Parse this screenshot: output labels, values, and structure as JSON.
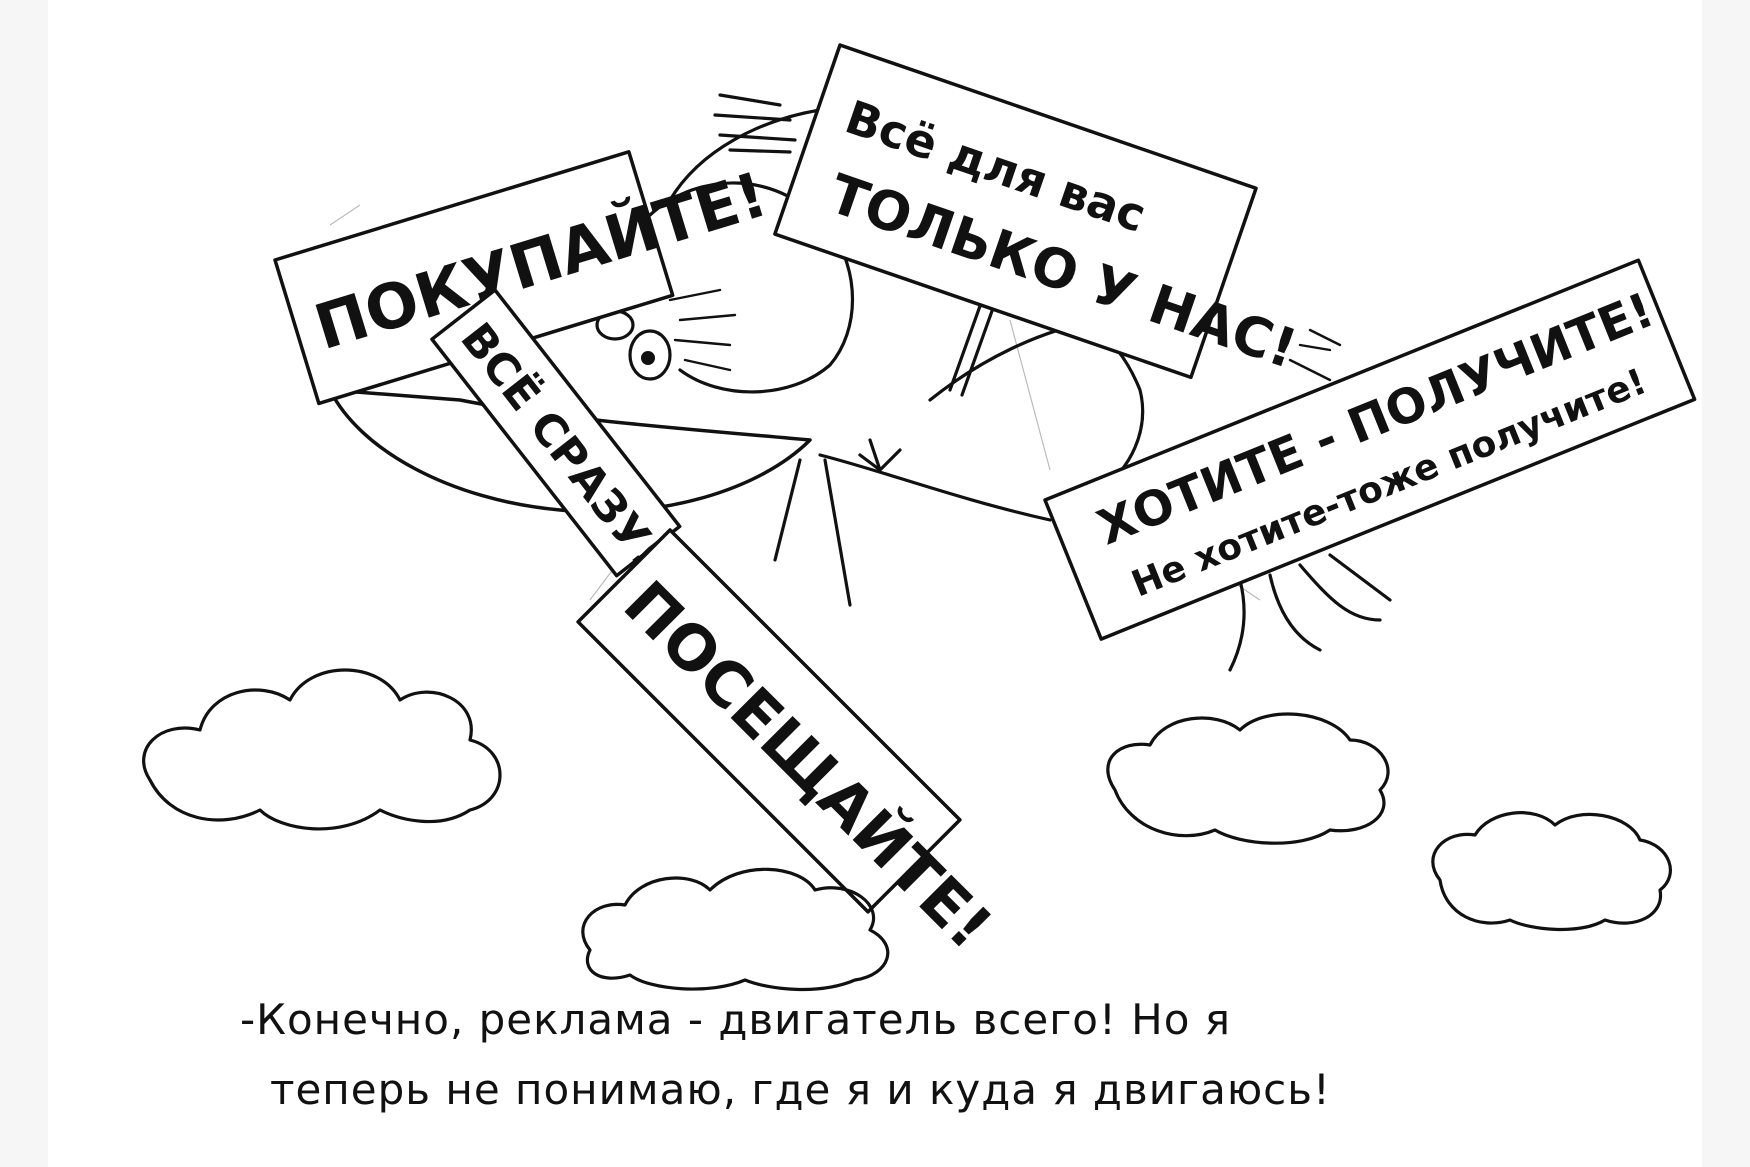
{
  "signs": {
    "buy": "ПОКУПАЙТЕ!",
    "all_at_once": "ВСЁ СРАЗУ!",
    "all_for_you_line1": "Всё для вас",
    "all_for_you_line2": "ТОЛЬКО У НАС!",
    "visit": "ПОСЕЩАЙТЕ!",
    "want_line1": "ХОТИТЕ - ПОЛУЧИТЕ!",
    "want_line2": "Не хотите-тоже получите!"
  },
  "caption": {
    "line1": "-Конечно, реклама - двигатель всего! Но я",
    "line2": "теперь не понимаю, где я и куда я двигаюсь!"
  }
}
